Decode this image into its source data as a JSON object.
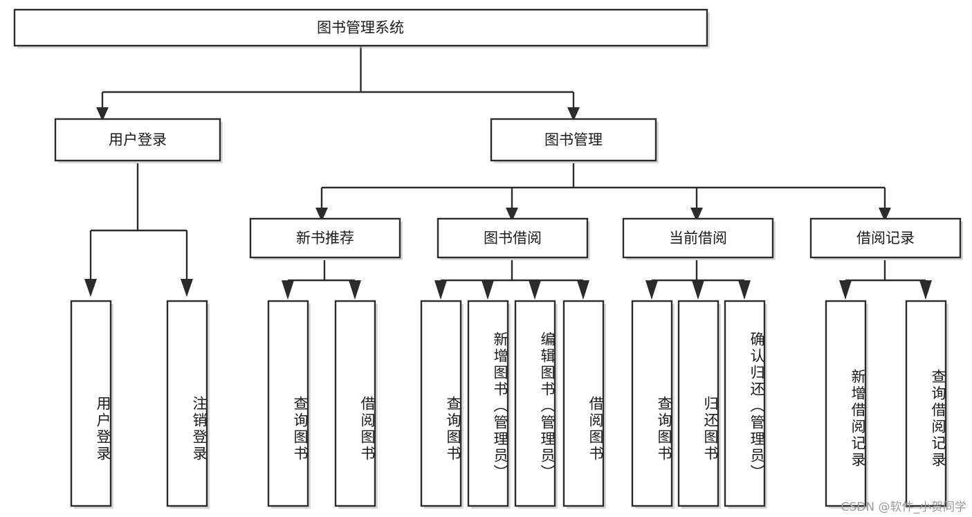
{
  "diagram": {
    "type": "tree-hierarchy",
    "title": "图书管理系统",
    "root": {
      "label": "图书管理系统",
      "children": [
        {
          "label": "用户登录",
          "children": [
            {
              "label": "用户登录"
            },
            {
              "label": "注销登录"
            }
          ]
        },
        {
          "label": "图书管理",
          "children": [
            {
              "label": "新书推荐",
              "children": [
                {
                  "label": "查询图书"
                },
                {
                  "label": "借阅图书"
                }
              ]
            },
            {
              "label": "图书借阅",
              "children": [
                {
                  "label": "查询图书"
                },
                {
                  "label": "新增图书（管理员）"
                },
                {
                  "label": "编辑图书（管理员）"
                },
                {
                  "label": "借阅图书"
                }
              ]
            },
            {
              "label": "当前借阅",
              "children": [
                {
                  "label": "查询图书"
                },
                {
                  "label": "归还图书"
                },
                {
                  "label": "确认归还（管理员）"
                }
              ]
            },
            {
              "label": "借阅记录",
              "children": [
                {
                  "label": "新增借阅记录"
                },
                {
                  "label": "查询借阅记录"
                }
              ]
            }
          ]
        }
      ]
    },
    "nodes": {
      "root": "图书管理系统",
      "user_login": "用户登录",
      "book_manage": "图书管理",
      "new_book_rec": "新书推荐",
      "book_borrow": "图书借阅",
      "current_borrow": "当前借阅",
      "borrow_record": "借阅记录",
      "leaf_user_login": "用户登录",
      "leaf_logout": "注销登录",
      "leaf_rec_query": "查询图书",
      "leaf_rec_borrow": "借阅图书",
      "leaf_bb_query": "查询图书",
      "leaf_bb_add": "新增图书（管理员）",
      "leaf_bb_edit": "编辑图书（管理员）",
      "leaf_bb_borrow": "借阅图书",
      "leaf_cb_query": "查询图书",
      "leaf_cb_return": "归还图书",
      "leaf_cb_confirm": "确认归还（管理员）",
      "leaf_br_add": "新增借阅记录",
      "leaf_br_query": "查询借阅记录"
    },
    "colors": {
      "box_fill": "#ffffff",
      "box_stroke": "#2b2b2b",
      "text": "#1a1a1a",
      "background": "#ffffff",
      "watermark": "#9a9a9a"
    },
    "watermark": "CSDN @软件_小贺同学"
  }
}
